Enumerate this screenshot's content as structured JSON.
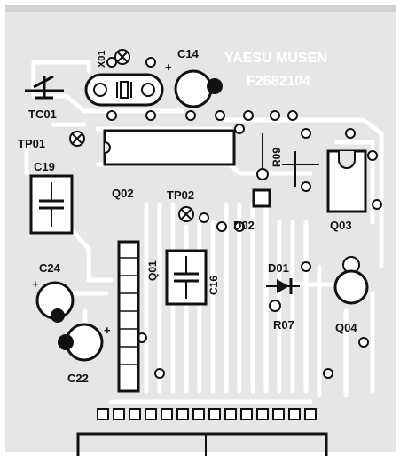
{
  "header": {
    "maker": "YAESU MUSEN",
    "part_number": "F2682104"
  },
  "labels": {
    "x01": "X01",
    "c14": "C14",
    "tc01": "TC01",
    "tp01": "TP01",
    "r09": "R09",
    "c19": "C19",
    "q02": "Q02",
    "tp02": "TP02",
    "d02": "D02",
    "q03": "Q03",
    "c24": "C24",
    "q01": "Q01",
    "c16": "C16",
    "d01": "D01",
    "r07": "R07",
    "q04": "Q04",
    "c22": "C22",
    "plus_c14": "+",
    "plus_c24": "+",
    "plus_c22": "+"
  },
  "colors": {
    "board": "#e6e6e6",
    "background": "#ffffff",
    "copper": "#ffffff",
    "ink": "#111111"
  }
}
